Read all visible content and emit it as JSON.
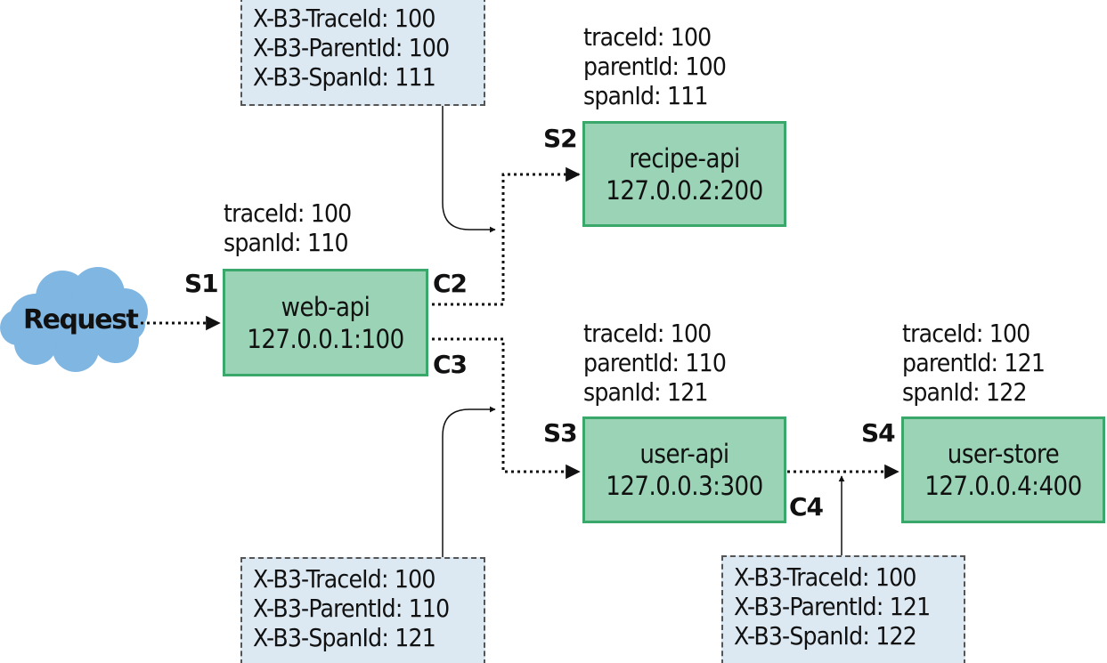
{
  "request": {
    "label": "Request"
  },
  "services": [
    {
      "id": "S1",
      "name": "web-api",
      "address": "127.0.0.1:100"
    },
    {
      "id": "S2",
      "name": "recipe-api",
      "address": "127.0.0.2:200"
    },
    {
      "id": "S3",
      "name": "user-api",
      "address": "127.0.0.3:300"
    },
    {
      "id": "S4",
      "name": "user-store",
      "address": "127.0.0.4:400"
    }
  ],
  "span_info": {
    "s1": [
      "traceId: 100",
      "spanId: 110"
    ],
    "s2": [
      "traceId: 100",
      "parentId: 100",
      "spanId: 111"
    ],
    "s3": [
      "traceId: 100",
      "parentId: 110",
      "spanId: 121"
    ],
    "s4": [
      "traceId: 100",
      "parentId: 121",
      "spanId: 122"
    ]
  },
  "headers": {
    "c2": [
      "X-B3-TraceId: 100",
      "X-B3-ParentId: 100",
      "X-B3-SpanId: 111"
    ],
    "c3": [
      "X-B3-TraceId: 100",
      "X-B3-ParentId: 110",
      "X-B3-SpanId: 121"
    ],
    "c4": [
      "X-B3-TraceId: 100",
      "X-B3-ParentId: 121",
      "X-B3-SpanId: 122"
    ]
  },
  "client_labels": {
    "c2": "C2",
    "c3": "C3",
    "c4": "C4"
  },
  "colors": {
    "service_fill": "#9ad3b5",
    "service_border": "#3aa86b",
    "header_fill": "#dce9f3",
    "cloud": "#7fb6e2"
  }
}
